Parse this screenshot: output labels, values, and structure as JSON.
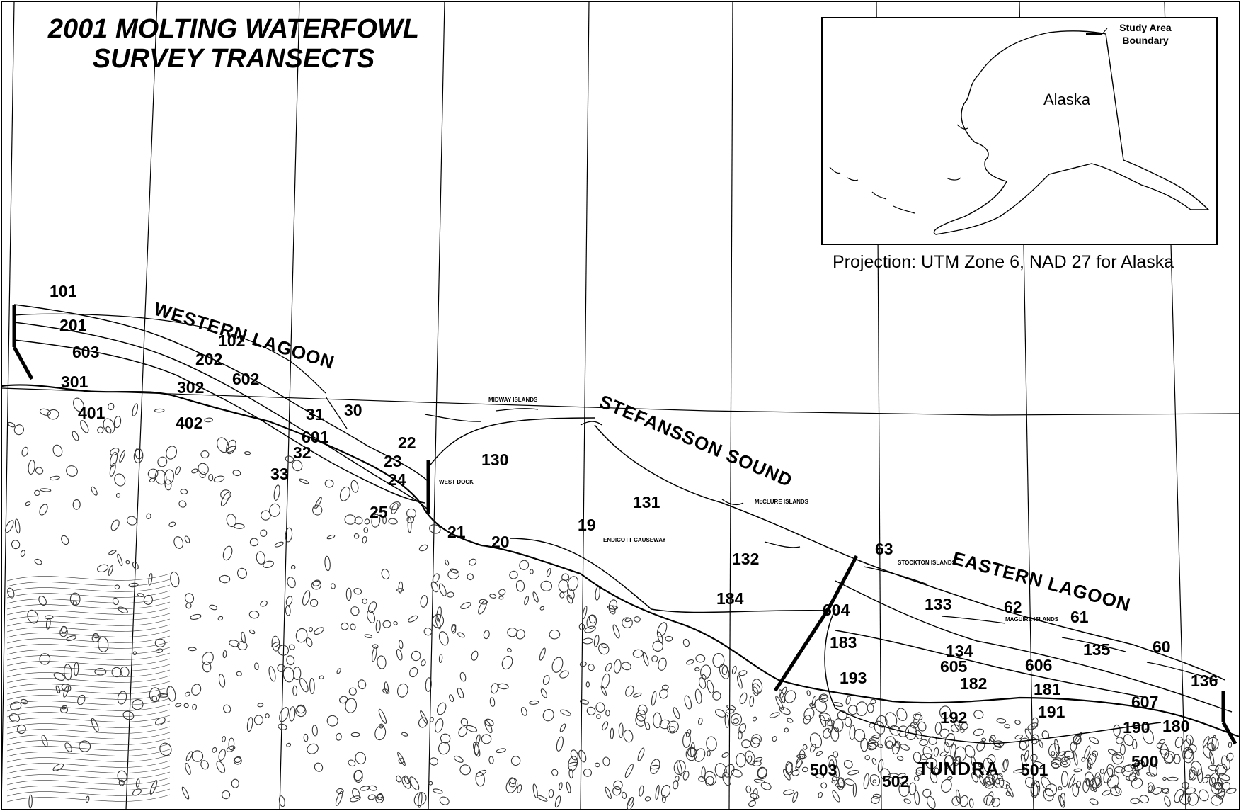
{
  "title": {
    "line1": "2001 MOLTING WATERFOWL",
    "line2": "SURVEY TRANSECTS"
  },
  "inset": {
    "state_label": "Alaska",
    "boundary_label_line1": "Study Area",
    "boundary_label_line2": "Boundary"
  },
  "projection_note": "Projection:  UTM Zone 6, NAD 27 for Alaska",
  "regions": {
    "western_lagoon": "WESTERN LAGOON",
    "stefansson_sound": "STEFANSSON SOUND",
    "eastern_lagoon": "EASTERN LAGOON",
    "tundra": "TUNDRA"
  },
  "transects": [
    {
      "label": "101"
    },
    {
      "label": "201"
    },
    {
      "label": "603"
    },
    {
      "label": "102"
    },
    {
      "label": "202"
    },
    {
      "label": "602"
    },
    {
      "label": "301"
    },
    {
      "label": "302"
    },
    {
      "label": "401"
    },
    {
      "label": "402"
    },
    {
      "label": "31"
    },
    {
      "label": "30"
    },
    {
      "label": "601"
    },
    {
      "label": "22"
    },
    {
      "label": "32"
    },
    {
      "label": "23"
    },
    {
      "label": "33"
    },
    {
      "label": "24"
    },
    {
      "label": "25"
    },
    {
      "label": "130"
    },
    {
      "label": "21"
    },
    {
      "label": "20"
    },
    {
      "label": "19"
    },
    {
      "label": "131"
    },
    {
      "label": "132"
    },
    {
      "label": "184"
    },
    {
      "label": "63"
    },
    {
      "label": "604"
    },
    {
      "label": "133"
    },
    {
      "label": "62"
    },
    {
      "label": "61"
    },
    {
      "label": "183"
    },
    {
      "label": "134"
    },
    {
      "label": "605"
    },
    {
      "label": "606"
    },
    {
      "label": "135"
    },
    {
      "label": "60"
    },
    {
      "label": "193"
    },
    {
      "label": "182"
    },
    {
      "label": "181"
    },
    {
      "label": "136"
    },
    {
      "label": "607"
    },
    {
      "label": "192"
    },
    {
      "label": "191"
    },
    {
      "label": "190"
    },
    {
      "label": "180"
    },
    {
      "label": "503"
    },
    {
      "label": "502"
    },
    {
      "label": "501"
    },
    {
      "label": "500"
    }
  ],
  "place_names": {
    "west_dock": "WEST DOCK",
    "endicott": "ENDICOTT CAUSEWAY",
    "mcclure": "McCLURE ISLANDS",
    "stockton": "STOCKTON ISLANDS",
    "maguire": "MAGUIRE ISLANDS",
    "midway": "MIDWAY ISLANDS"
  },
  "colors": {
    "ink": "#000000",
    "paper": "#ffffff",
    "texture": "#333333"
  }
}
